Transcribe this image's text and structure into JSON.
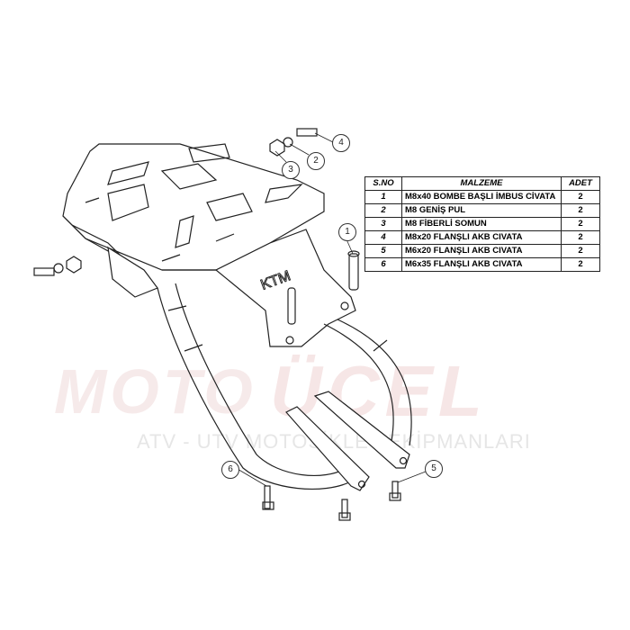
{
  "watermark": {
    "brand_top": "MOTO",
    "brand_bottom": "ÜCEL",
    "tagline": "ATV - UTV MOTOSİKLET EKİPMANLARI"
  },
  "rack_label": "KTM",
  "table": {
    "headers": [
      "S.NO",
      "MALZEME",
      "ADET"
    ],
    "rows": [
      {
        "no": "1",
        "name": "M8x40 BOMBE BAŞLI İMBUS CİVATA",
        "qty": "2"
      },
      {
        "no": "2",
        "name": "M8 GENİŞ PUL",
        "qty": "2"
      },
      {
        "no": "3",
        "name": "M8 FİBERLİ SOMUN",
        "qty": "2"
      },
      {
        "no": "4",
        "name": "M8x20 FLANŞLI AKB CIVATA",
        "qty": "2"
      },
      {
        "no": "5",
        "name": "M6x20 FLANŞLI AKB CIVATA",
        "qty": "2"
      },
      {
        "no": "6",
        "name": "M6x35 FLANŞLI AKB CIVATA",
        "qty": "2"
      }
    ]
  },
  "callouts": [
    "1",
    "2",
    "3",
    "4",
    "5",
    "6"
  ]
}
